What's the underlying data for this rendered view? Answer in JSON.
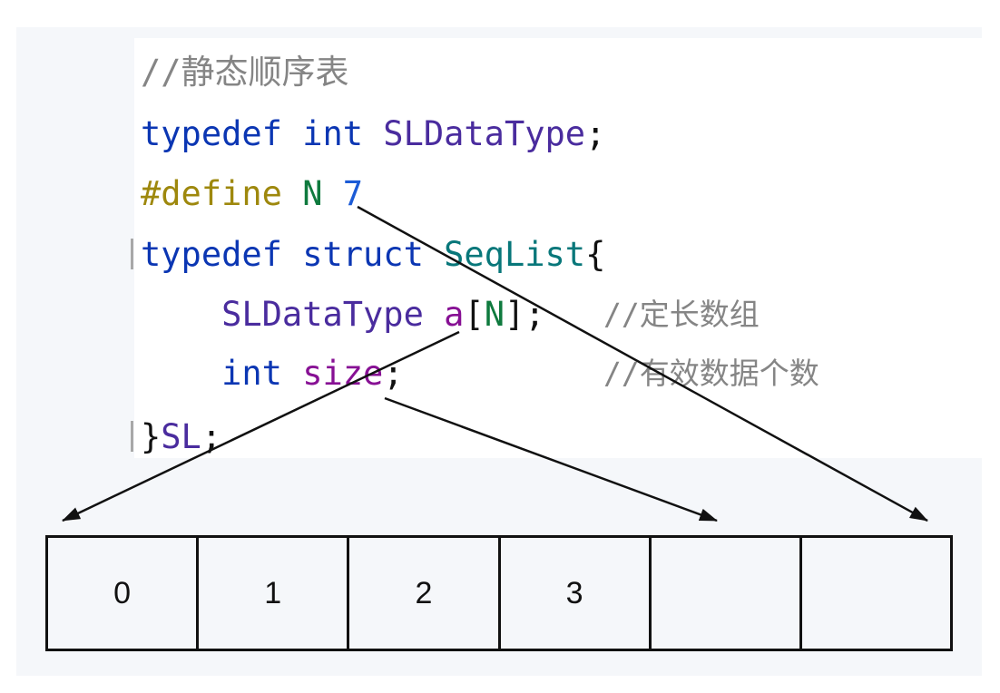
{
  "code": {
    "lines": [
      {
        "tokens": [
          "//静态顺序表"
        ]
      },
      {
        "tokens": [
          "typedef",
          "int",
          "SLDataType",
          ";"
        ]
      },
      {
        "tokens": [
          "#define",
          "N",
          "7"
        ]
      },
      {
        "tokens": [
          "typedef",
          "struct",
          "SeqList",
          "{"
        ]
      },
      {
        "tokens": [
          "SLDataType",
          "a",
          "[",
          "N",
          "]",
          ";"
        ],
        "comment": "//定长数组"
      },
      {
        "tokens": [
          "int",
          "size",
          ";"
        ],
        "comment": "//有效数据个数"
      },
      {
        "tokens": [
          "}",
          "SL",
          ";"
        ]
      }
    ]
  },
  "array": {
    "cells": [
      "0",
      "1",
      "2",
      "3",
      "",
      ""
    ]
  },
  "colors": {
    "page_background": "#ffffff",
    "outer_panel": "#f5f7fa",
    "code_panel": "#ffffff",
    "keyword": "#0b36b3",
    "type_name": "#4a2c9e",
    "field": "#871094",
    "directive": "#9e880d",
    "macro_name": "#0f7a3e",
    "number": "#1c5bd6",
    "struct_name": "#08777a",
    "comment": "#858585",
    "punctuation": "#111111",
    "diagram_stroke": "#111111",
    "array_label": "#111111"
  }
}
